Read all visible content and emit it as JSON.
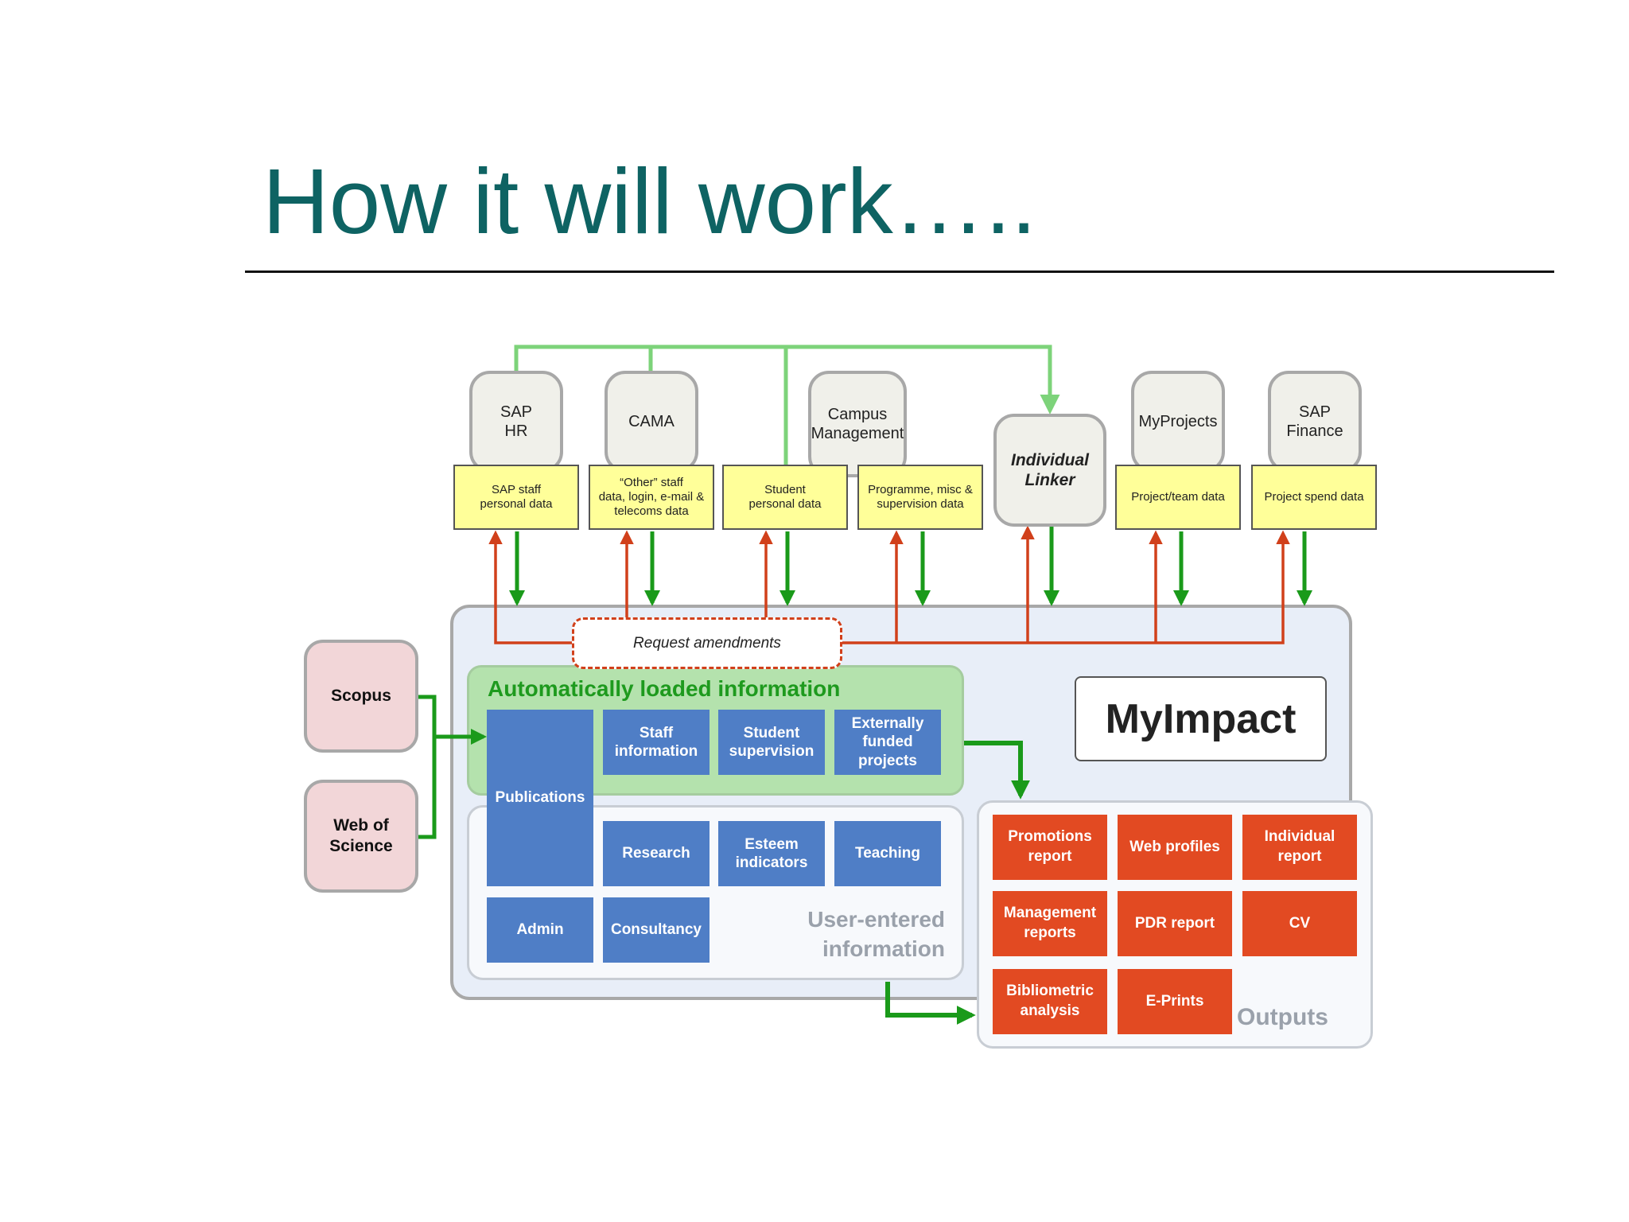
{
  "slide": {
    "title": "How it will work….."
  },
  "systems": {
    "sap_hr": "SAP\nHR",
    "cama": "CAMA",
    "campus_management": "Campus\nManagement",
    "individual_linker": "Individual\nLinker",
    "myprojects": "MyProjects",
    "sap_finance": "SAP\nFinance"
  },
  "data_feeds": {
    "sap_staff": "SAP staff\npersonal data",
    "other_staff": "“Other” staff\ndata, login, e-mail &\ntelecoms data",
    "student_personal": "Student\npersonal data",
    "programme": "Programme, misc &\nsupervision data",
    "project_team": "Project/team data",
    "project_spend": "Project spend data"
  },
  "external_sources": {
    "scopus": "Scopus",
    "web_of_science": "Web of\nScience"
  },
  "request_amendments": "Request amendments",
  "myimpact": {
    "title": "MyImpact",
    "auto_label": "Automatically loaded information",
    "user_label": "User-entered\ninformation",
    "modules": {
      "publications": "Publications",
      "staff_information": "Staff\ninformation",
      "student_supervision": "Student\nsupervision",
      "externally_funded_projects": "Externally\nfunded\nprojects",
      "research": "Research",
      "esteem_indicators": "Esteem\nindicators",
      "teaching": "Teaching",
      "admin": "Admin",
      "consultancy": "Consultancy"
    }
  },
  "outputs": {
    "label": "Outputs",
    "items": {
      "promotions_report": "Promotions\nreport",
      "web_profiles": "Web profiles",
      "individual_report": "Individual\nreport",
      "management_reports": "Management\nreports",
      "pdr_report": "PDR report",
      "cv": "CV",
      "bibliometric_analysis": "Bibliometric\nanalysis",
      "e_prints": "E-Prints"
    }
  },
  "colors": {
    "title": "#0e6363",
    "green_flow": "#1a9a1a",
    "light_green_flow": "#7dd37a",
    "red_flow": "#d1401b",
    "blue_module": "#4f7ec6",
    "orange_output": "#e24a22",
    "yellow_feed": "#ffff99"
  }
}
